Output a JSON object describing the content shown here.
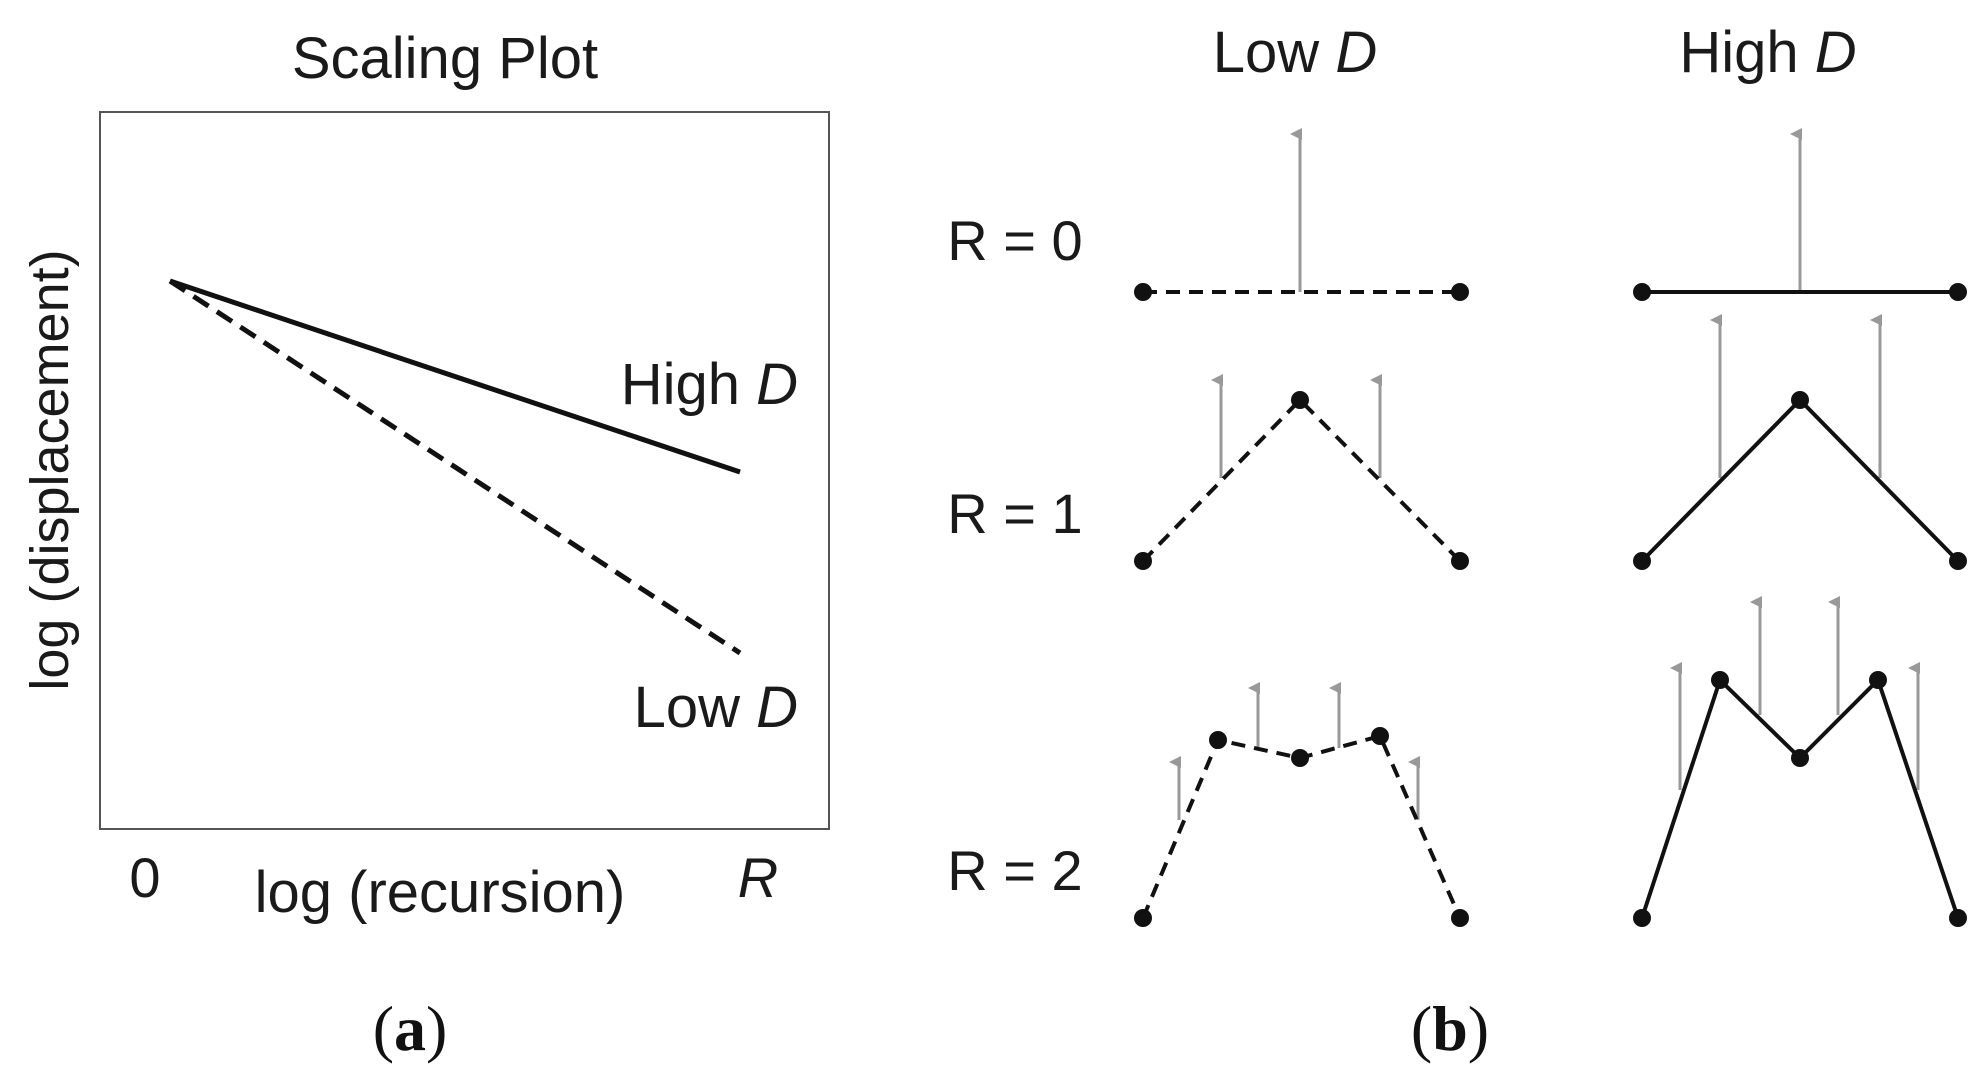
{
  "panel_a": {
    "title": "Scaling Plot",
    "y_axis_label": "log (displacement)",
    "x_axis_label": "log (recursion)",
    "x_tick_start": "0",
    "x_tick_end": "R",
    "line_high": {
      "label_prefix": "High ",
      "label_var": "D"
    },
    "line_low": {
      "label_prefix": "Low ",
      "label_var": "D"
    },
    "caption": {
      "open": "(",
      "letter": "a",
      "close": ")"
    }
  },
  "panel_b": {
    "col_low": {
      "prefix": "Low ",
      "var": "D"
    },
    "col_high": {
      "prefix": "High ",
      "var": "D"
    },
    "rows": [
      "R = 0",
      "R = 1",
      "R = 2"
    ],
    "caption": {
      "open": "(",
      "letter": "b",
      "close": ")"
    }
  },
  "colors": {
    "line": "#111111",
    "arrow": "#999999",
    "frame": "#555555"
  }
}
